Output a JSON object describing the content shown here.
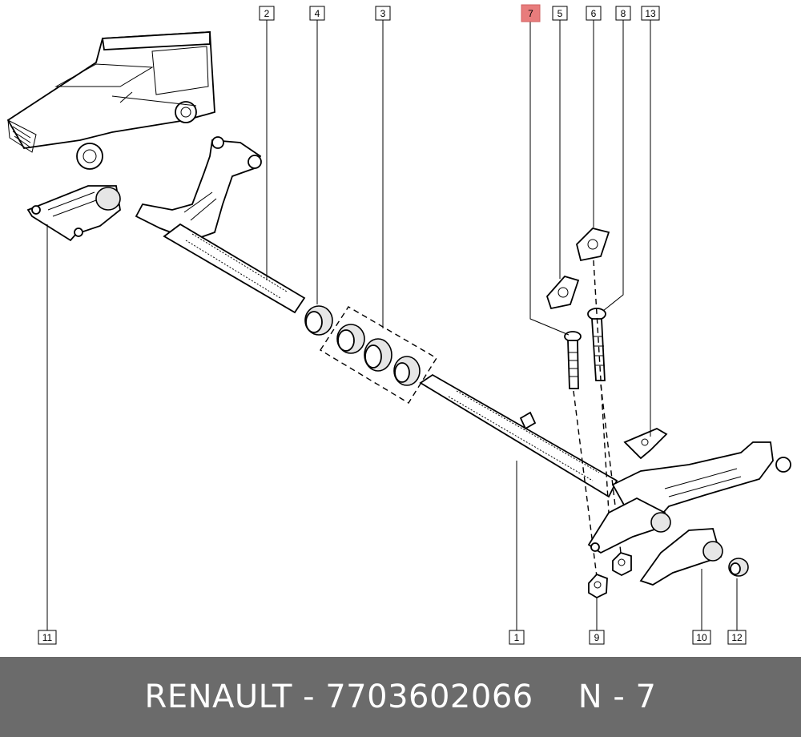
{
  "footer": {
    "brand_part": "RENAULT - 7703602066",
    "diagram_ref": "N - 7"
  },
  "callouts": [
    {
      "label": "2"
    },
    {
      "label": "4"
    },
    {
      "label": "3"
    },
    {
      "label": "7"
    },
    {
      "label": "5"
    },
    {
      "label": "6"
    },
    {
      "label": "8"
    },
    {
      "label": "13"
    },
    {
      "label": "11"
    },
    {
      "label": "1"
    },
    {
      "label": "9"
    },
    {
      "label": "10"
    },
    {
      "label": "12"
    }
  ],
  "colors": {
    "highlight": "#e87c7c",
    "footer_bg": "#6b6b6b",
    "footer_text": "#ffffff"
  }
}
